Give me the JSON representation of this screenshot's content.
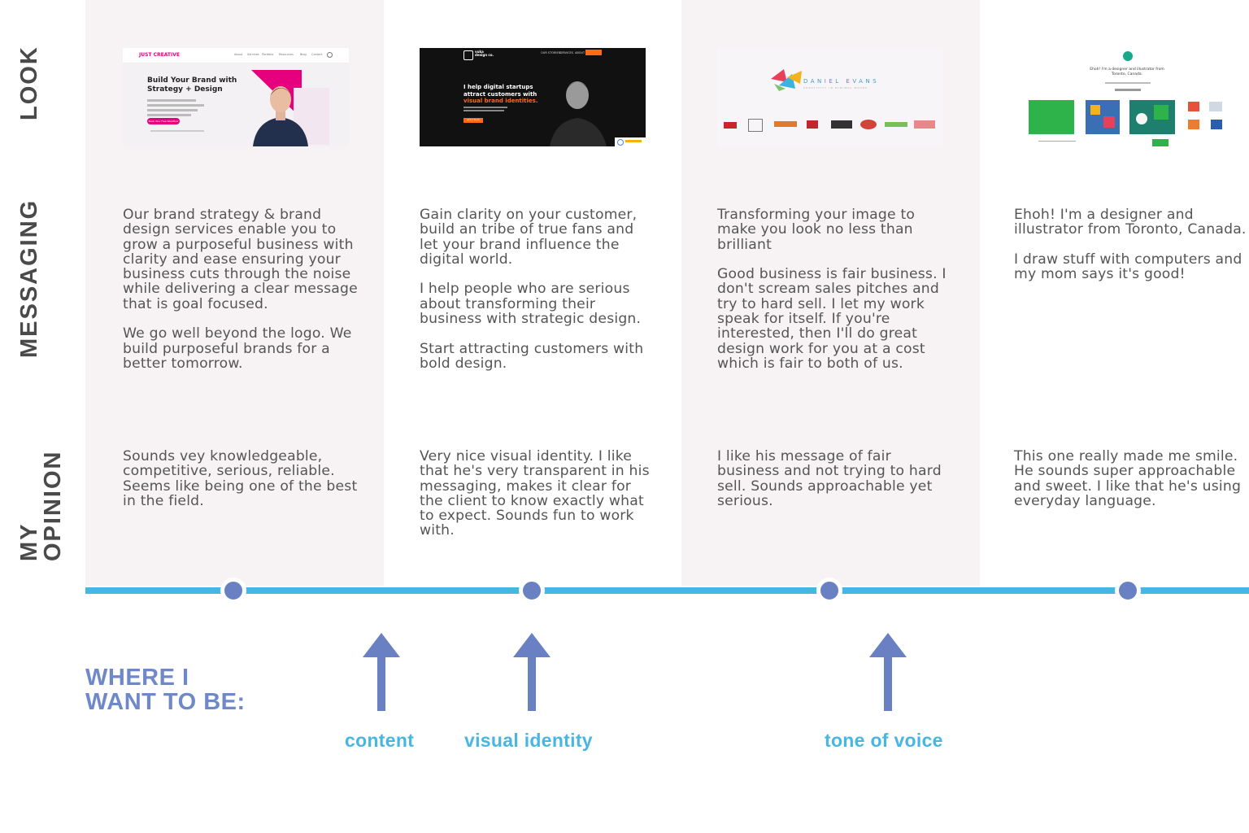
{
  "rows": {
    "look": "LOOK",
    "messaging": "MESSAGING",
    "opinion_line1": "MY",
    "opinion_line2": "OPINION"
  },
  "columns": [
    {
      "thumbnail": {
        "logo": "JUST CREATIVE",
        "nav": [
          "About",
          "Services",
          "Portfolio",
          "Resources",
          "Blog",
          "Contact"
        ],
        "headline_line1": "Build Your Brand with",
        "headline_line2": "Strategy + Design",
        "cta": "Book Your Free Workflow"
      },
      "messaging": [
        "Our brand strategy & brand design services enable you to grow a purposeful business with clarity and ease ensuring your business cuts through the noise while delivering a clear message that is goal focused.",
        "We go well beyond the logo. We build purposeful brands for a better tomorrow."
      ],
      "opinion": "Sounds vey knowledgeable, competitive, serious, reliable. Seems like being one of the best in the field."
    },
    {
      "thumbnail": {
        "logo": "vuka design co.",
        "nav": [
          "OUR STORIES",
          "SERVICES",
          "ABOUT"
        ],
        "headline_line1": "I help digital startups",
        "headline_line2": "attract customers with",
        "headline_accent": "visual brand identities.",
        "cta": "Get in Touch"
      },
      "messaging": [
        "Gain clarity on your customer, build an tribe of true fans and let your brand influence the digital world.",
        "I help people who are serious about transforming their business with strategic design.",
        "Start attracting customers with bold design."
      ],
      "opinion": "Very nice visual identity. I like that he's very transparent in his messaging, makes it clear for the client to know exactly what to expect. Sounds fun to work with."
    },
    {
      "thumbnail": {
        "logo": "DANIEL EVANS",
        "tagline": "CREATIVITY IN MINIMAL MOVES"
      },
      "messaging": [
        "Transforming your image to make you look no less than brilliant",
        "Good business is fair business. I don't scream sales pitches and try to hard sell. I let my work speak for itself. If you're interested, then I'll do great design work for you at a cost which is fair to both of us."
      ],
      "opinion": "I like his message of fair business and not trying to hard sell. Sounds approachable yet serious."
    },
    {
      "thumbnail": {
        "headline_line1": "Ehoh! I'm a designer and illustrator from",
        "headline_line2": "Toronto, Canada."
      },
      "messaging": [
        "Ehoh! I'm a designer and illustrator from Toronto, Canada.",
        "I draw stuff with computers and my mom says it's good!"
      ],
      "opinion": "This one really made me smile. He sounds super approachable and sweet. I like that he's using everyday language."
    }
  ],
  "goal": {
    "title_line1": "WHERE I",
    "title_line2": "WANT TO BE:",
    "labels": [
      "content",
      "visual identity",
      "tone of voice"
    ]
  },
  "colors": {
    "timeline": "#47b6e3",
    "node": "#6981c2",
    "arrow": "#6981c2",
    "goal_title": "#6f88c8",
    "goal_label": "#47b6e3",
    "shaded_column": "#f7f3f5"
  }
}
